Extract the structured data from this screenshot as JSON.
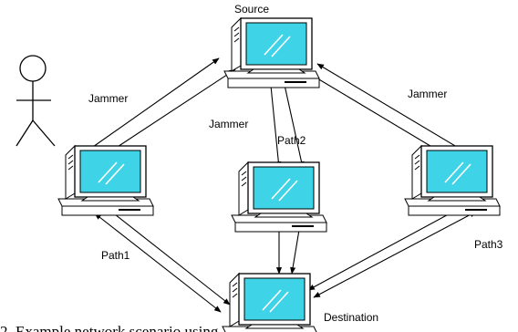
{
  "labels": {
    "source": "Source",
    "destination": "Destination",
    "jammer_left": "Jammer",
    "jammer_middle": "Jammer",
    "jammer_right": "Jammer",
    "path1": "Path1",
    "path2": "Path2",
    "path3": "Path3"
  },
  "caption": "2. Example network scenario using",
  "colors": {
    "screen": "#3ed3e6",
    "line": "#000000",
    "computer": "#ffffff"
  },
  "icons": {
    "computer": "desktop-computer-icon",
    "attacker": "stick-figure-icon"
  }
}
